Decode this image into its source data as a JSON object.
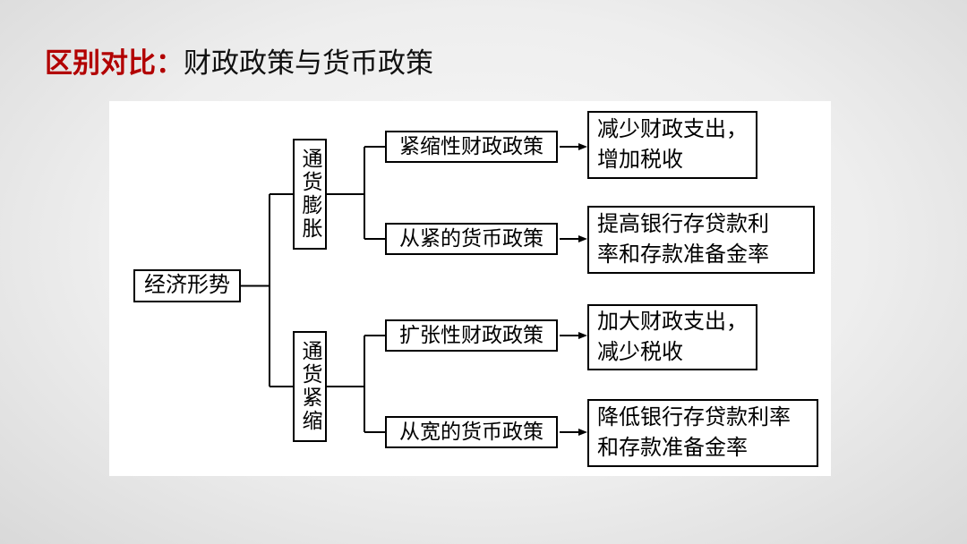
{
  "title": {
    "prefix": "区别对比：",
    "main": "财政政策与货币政策"
  },
  "diagram": {
    "root": "经济形势",
    "branches": [
      {
        "condition": "通货膨胀",
        "policies": [
          {
            "policy": "紧缩性财政政策",
            "action": "减少财政支出，\n增加税收"
          },
          {
            "policy": "从紧的货币政策",
            "action": "提高银行存贷款利\n率和存款准备金率"
          }
        ]
      },
      {
        "condition": "通货紧缩",
        "policies": [
          {
            "policy": "扩张性财政政策",
            "action": "加大财政支出，\n减少税收"
          },
          {
            "policy": "从宽的货币政策",
            "action": "降低银行存贷款利率\n和存款准备金率"
          }
        ]
      }
    ]
  },
  "colors": {
    "title_accent": "#b20000",
    "box_border": "#000000",
    "box_background": "#ffffff",
    "panel_background": "#ffffff",
    "slide_background": "#e9e9e9",
    "text": "#000000"
  }
}
